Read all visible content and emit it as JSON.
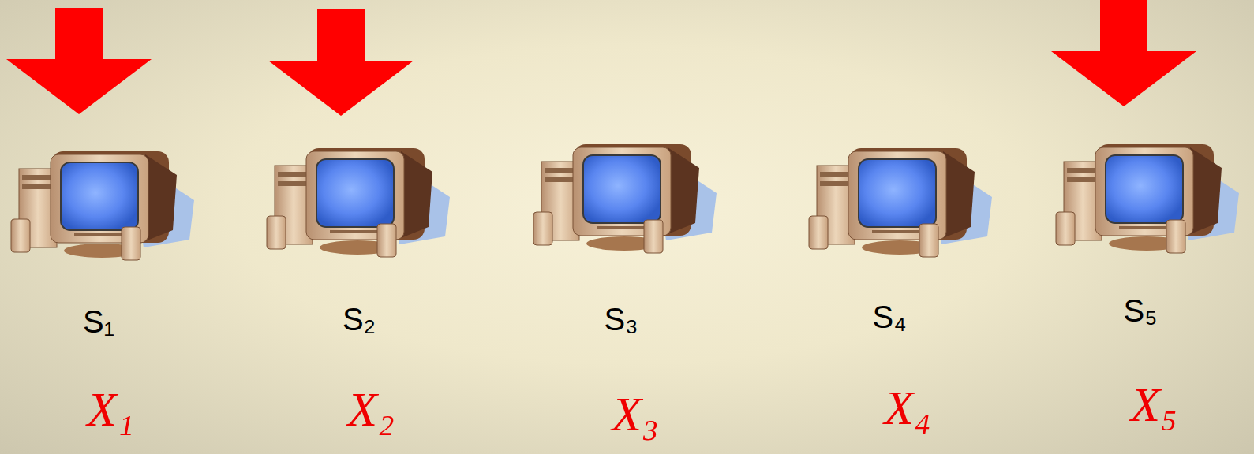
{
  "diagram": {
    "labels": [
      "S₁",
      "S₂",
      "S₃",
      "S₄",
      "S₅",
      "X₁",
      "X₂",
      "X₃",
      "X₄",
      "X₅"
    ]
  }
}
